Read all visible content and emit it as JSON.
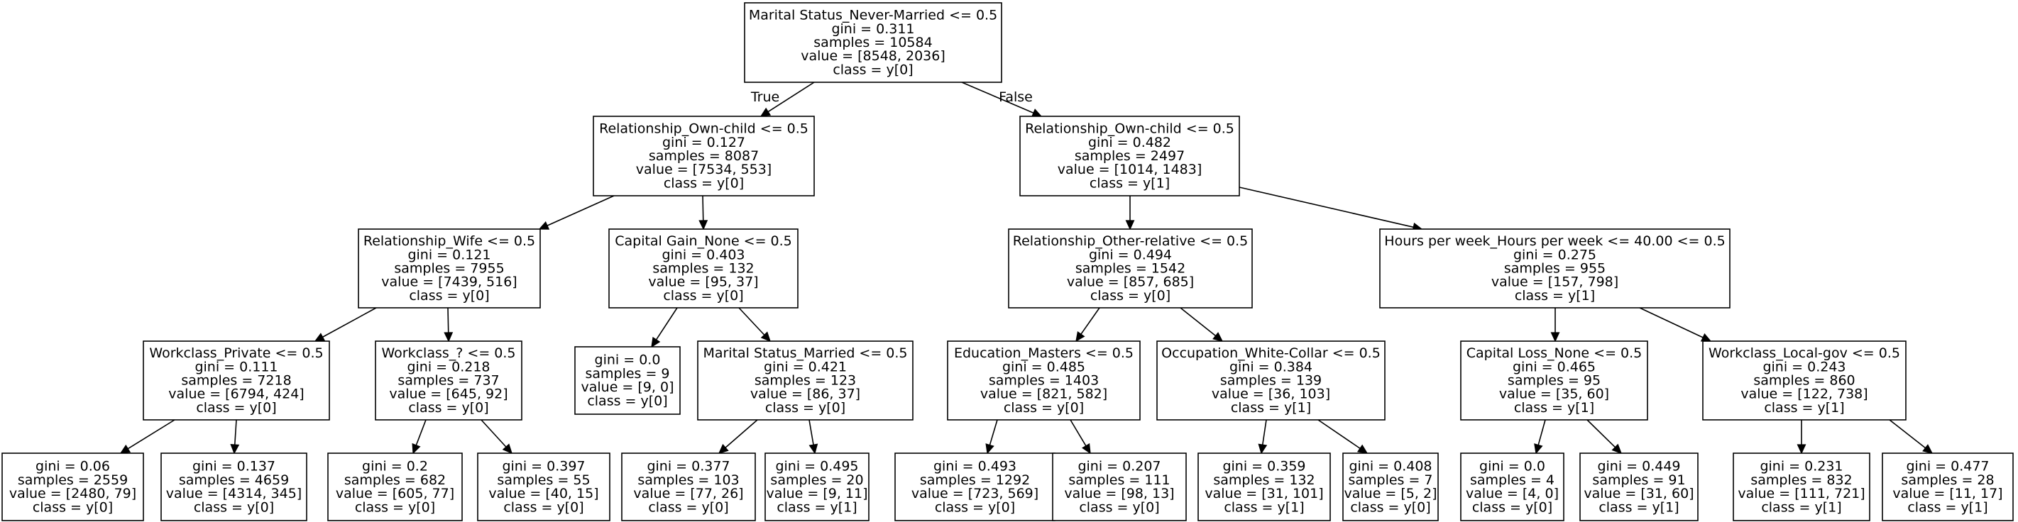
{
  "tree": {
    "nodes": [
      {
        "id": "n0",
        "lines": [
          "Marital Status_Never-Married <= 0.5",
          "gini = 0.311",
          "samples = 10584",
          "value = [8548, 2036]",
          "class = y[0]"
        ]
      },
      {
        "id": "n1",
        "lines": [
          "Relationship_Own-child <= 0.5",
          "gini = 0.127",
          "samples = 8087",
          "value = [7534, 553]",
          "class = y[0]"
        ]
      },
      {
        "id": "n2",
        "lines": [
          "Relationship_Own-child <= 0.5",
          "gini = 0.482",
          "samples = 2497",
          "value = [1014, 1483]",
          "class = y[1]"
        ]
      },
      {
        "id": "n3",
        "lines": [
          "Relationship_Wife <= 0.5",
          "gini = 0.121",
          "samples = 7955",
          "value = [7439, 516]",
          "class = y[0]"
        ]
      },
      {
        "id": "n4",
        "lines": [
          "Capital Gain_None <= 0.5",
          "gini = 0.403",
          "samples = 132",
          "value = [95, 37]",
          "class = y[0]"
        ]
      },
      {
        "id": "n5",
        "lines": [
          "Relationship_Other-relative <= 0.5",
          "gini = 0.494",
          "samples = 1542",
          "value = [857, 685]",
          "class = y[0]"
        ]
      },
      {
        "id": "n6",
        "lines": [
          "Hours per week_Hours per week <= 40.00 <= 0.5",
          "gini = 0.275",
          "samples = 955",
          "value = [157, 798]",
          "class = y[1]"
        ]
      },
      {
        "id": "n7",
        "lines": [
          "Workclass_Private <= 0.5",
          "gini = 0.111",
          "samples = 7218",
          "value = [6794, 424]",
          "class = y[0]"
        ]
      },
      {
        "id": "n8",
        "lines": [
          "Workclass_? <= 0.5",
          "gini = 0.218",
          "samples = 737",
          "value = [645, 92]",
          "class = y[0]"
        ]
      },
      {
        "id": "n9",
        "lines": [
          "gini = 0.0",
          "samples = 9",
          "value = [9, 0]",
          "class = y[0]"
        ]
      },
      {
        "id": "n10",
        "lines": [
          "Marital Status_Married <= 0.5",
          "gini = 0.421",
          "samples = 123",
          "value = [86, 37]",
          "class = y[0]"
        ]
      },
      {
        "id": "n11",
        "lines": [
          "Education_Masters <= 0.5",
          "gini = 0.485",
          "samples = 1403",
          "value = [821, 582]",
          "class = y[0]"
        ]
      },
      {
        "id": "n12",
        "lines": [
          "Occupation_White-Collar <= 0.5",
          "gini = 0.384",
          "samples = 139",
          "value = [36, 103]",
          "class = y[1]"
        ]
      },
      {
        "id": "n13",
        "lines": [
          "Capital Loss_None <= 0.5",
          "gini = 0.465",
          "samples = 95",
          "value = [35, 60]",
          "class = y[1]"
        ]
      },
      {
        "id": "n14",
        "lines": [
          "Workclass_Local-gov <= 0.5",
          "gini = 0.243",
          "samples = 860",
          "value = [122, 738]",
          "class = y[1]"
        ]
      },
      {
        "id": "n15",
        "lines": [
          "gini = 0.06",
          "samples = 2559",
          "value = [2480, 79]",
          "class = y[0]"
        ]
      },
      {
        "id": "n16",
        "lines": [
          "gini = 0.137",
          "samples = 4659",
          "value = [4314, 345]",
          "class = y[0]"
        ]
      },
      {
        "id": "n17",
        "lines": [
          "gini = 0.2",
          "samples = 682",
          "value = [605, 77]",
          "class = y[0]"
        ]
      },
      {
        "id": "n18",
        "lines": [
          "gini = 0.397",
          "samples = 55",
          "value = [40, 15]",
          "class = y[0]"
        ]
      },
      {
        "id": "n19",
        "lines": [
          "gini = 0.377",
          "samples = 103",
          "value = [77, 26]",
          "class = y[0]"
        ]
      },
      {
        "id": "n20",
        "lines": [
          "gini = 0.495",
          "samples = 20",
          "value = [9, 11]",
          "class = y[1]"
        ]
      },
      {
        "id": "n21",
        "lines": [
          "gini = 0.493",
          "samples = 1292",
          "value = [723, 569]",
          "class = y[0]"
        ]
      },
      {
        "id": "n22",
        "lines": [
          "gini = 0.207",
          "samples = 111",
          "value = [98, 13]",
          "class = y[0]"
        ]
      },
      {
        "id": "n23",
        "lines": [
          "gini = 0.359",
          "samples = 132",
          "value = [31, 101]",
          "class = y[1]"
        ]
      },
      {
        "id": "n24",
        "lines": [
          "gini = 0.408",
          "samples = 7",
          "value = [5, 2]",
          "class = y[0]"
        ]
      },
      {
        "id": "n25",
        "lines": [
          "gini = 0.0",
          "samples = 4",
          "value = [4, 0]",
          "class = y[0]"
        ]
      },
      {
        "id": "n26",
        "lines": [
          "gini = 0.449",
          "samples = 91",
          "value = [31, 60]",
          "class = y[1]"
        ]
      },
      {
        "id": "n27",
        "lines": [
          "gini = 0.231",
          "samples = 832",
          "value = [111, 721]",
          "class = y[1]"
        ]
      },
      {
        "id": "n28",
        "lines": [
          "gini = 0.477",
          "samples = 28",
          "value = [11, 17]",
          "class = y[1]"
        ]
      }
    ],
    "edges": [
      {
        "from": "n0",
        "to": "n1",
        "label": "True"
      },
      {
        "from": "n0",
        "to": "n2",
        "label": "False"
      },
      {
        "from": "n1",
        "to": "n3",
        "label": ""
      },
      {
        "from": "n1",
        "to": "n4",
        "label": ""
      },
      {
        "from": "n2",
        "to": "n5",
        "label": ""
      },
      {
        "from": "n2",
        "to": "n6",
        "label": ""
      },
      {
        "from": "n3",
        "to": "n7",
        "label": ""
      },
      {
        "from": "n3",
        "to": "n8",
        "label": ""
      },
      {
        "from": "n4",
        "to": "n9",
        "label": ""
      },
      {
        "from": "n4",
        "to": "n10",
        "label": ""
      },
      {
        "from": "n5",
        "to": "n11",
        "label": ""
      },
      {
        "from": "n5",
        "to": "n12",
        "label": ""
      },
      {
        "from": "n6",
        "to": "n13",
        "label": ""
      },
      {
        "from": "n6",
        "to": "n14",
        "label": ""
      },
      {
        "from": "n7",
        "to": "n15",
        "label": ""
      },
      {
        "from": "n7",
        "to": "n16",
        "label": ""
      },
      {
        "from": "n8",
        "to": "n17",
        "label": ""
      },
      {
        "from": "n8",
        "to": "n18",
        "label": ""
      },
      {
        "from": "n10",
        "to": "n19",
        "label": ""
      },
      {
        "from": "n10",
        "to": "n20",
        "label": ""
      },
      {
        "from": "n11",
        "to": "n21",
        "label": ""
      },
      {
        "from": "n11",
        "to": "n22",
        "label": ""
      },
      {
        "from": "n12",
        "to": "n23",
        "label": ""
      },
      {
        "from": "n12",
        "to": "n24",
        "label": ""
      },
      {
        "from": "n13",
        "to": "n25",
        "label": ""
      },
      {
        "from": "n13",
        "to": "n26",
        "label": ""
      },
      {
        "from": "n14",
        "to": "n27",
        "label": ""
      },
      {
        "from": "n14",
        "to": "n28",
        "label": ""
      }
    ]
  }
}
